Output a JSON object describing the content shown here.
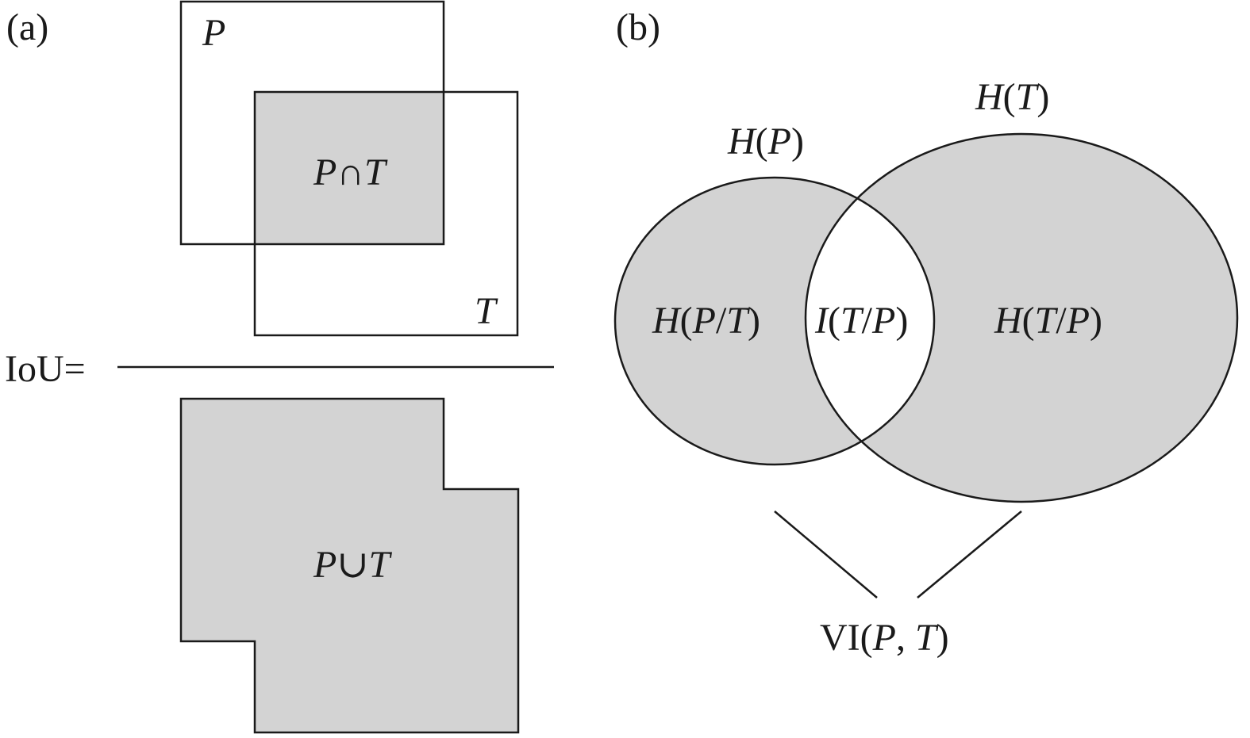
{
  "panel_a": {
    "tag": "(a)",
    "box_p_label": "P",
    "box_t_label": "T",
    "intersection": {
      "left": "P",
      "op": "∩",
      "right": "T"
    },
    "iou_label": "IoU=",
    "union": {
      "left": "P",
      "op": "∪",
      "right": "T"
    }
  },
  "panel_b": {
    "tag": "(b)",
    "hp": {
      "fn": "H",
      "open": "(",
      "arg": "P",
      "close": ")"
    },
    "ht": {
      "fn": "H",
      "open": "(",
      "arg": "T",
      "close": ")"
    },
    "hpt": {
      "fn": "H",
      "open": "(",
      "a": "P",
      "sep": "/",
      "b": "T",
      "close": ")"
    },
    "itp": {
      "fn": "I",
      "open": "(",
      "a": "T",
      "sep": "/",
      "b": "P",
      "close": ")"
    },
    "htp": {
      "fn": "H",
      "open": "(",
      "a": "T",
      "sep": "/",
      "b": "P",
      "close": ")"
    },
    "vi": {
      "fn": "VI",
      "open": "(",
      "a": "P",
      "sep": ", ",
      "b": "T",
      "close": ")"
    }
  },
  "colors": {
    "fill": "#d3d3d3",
    "stroke": "#1a1a1a",
    "background": "#ffffff"
  }
}
